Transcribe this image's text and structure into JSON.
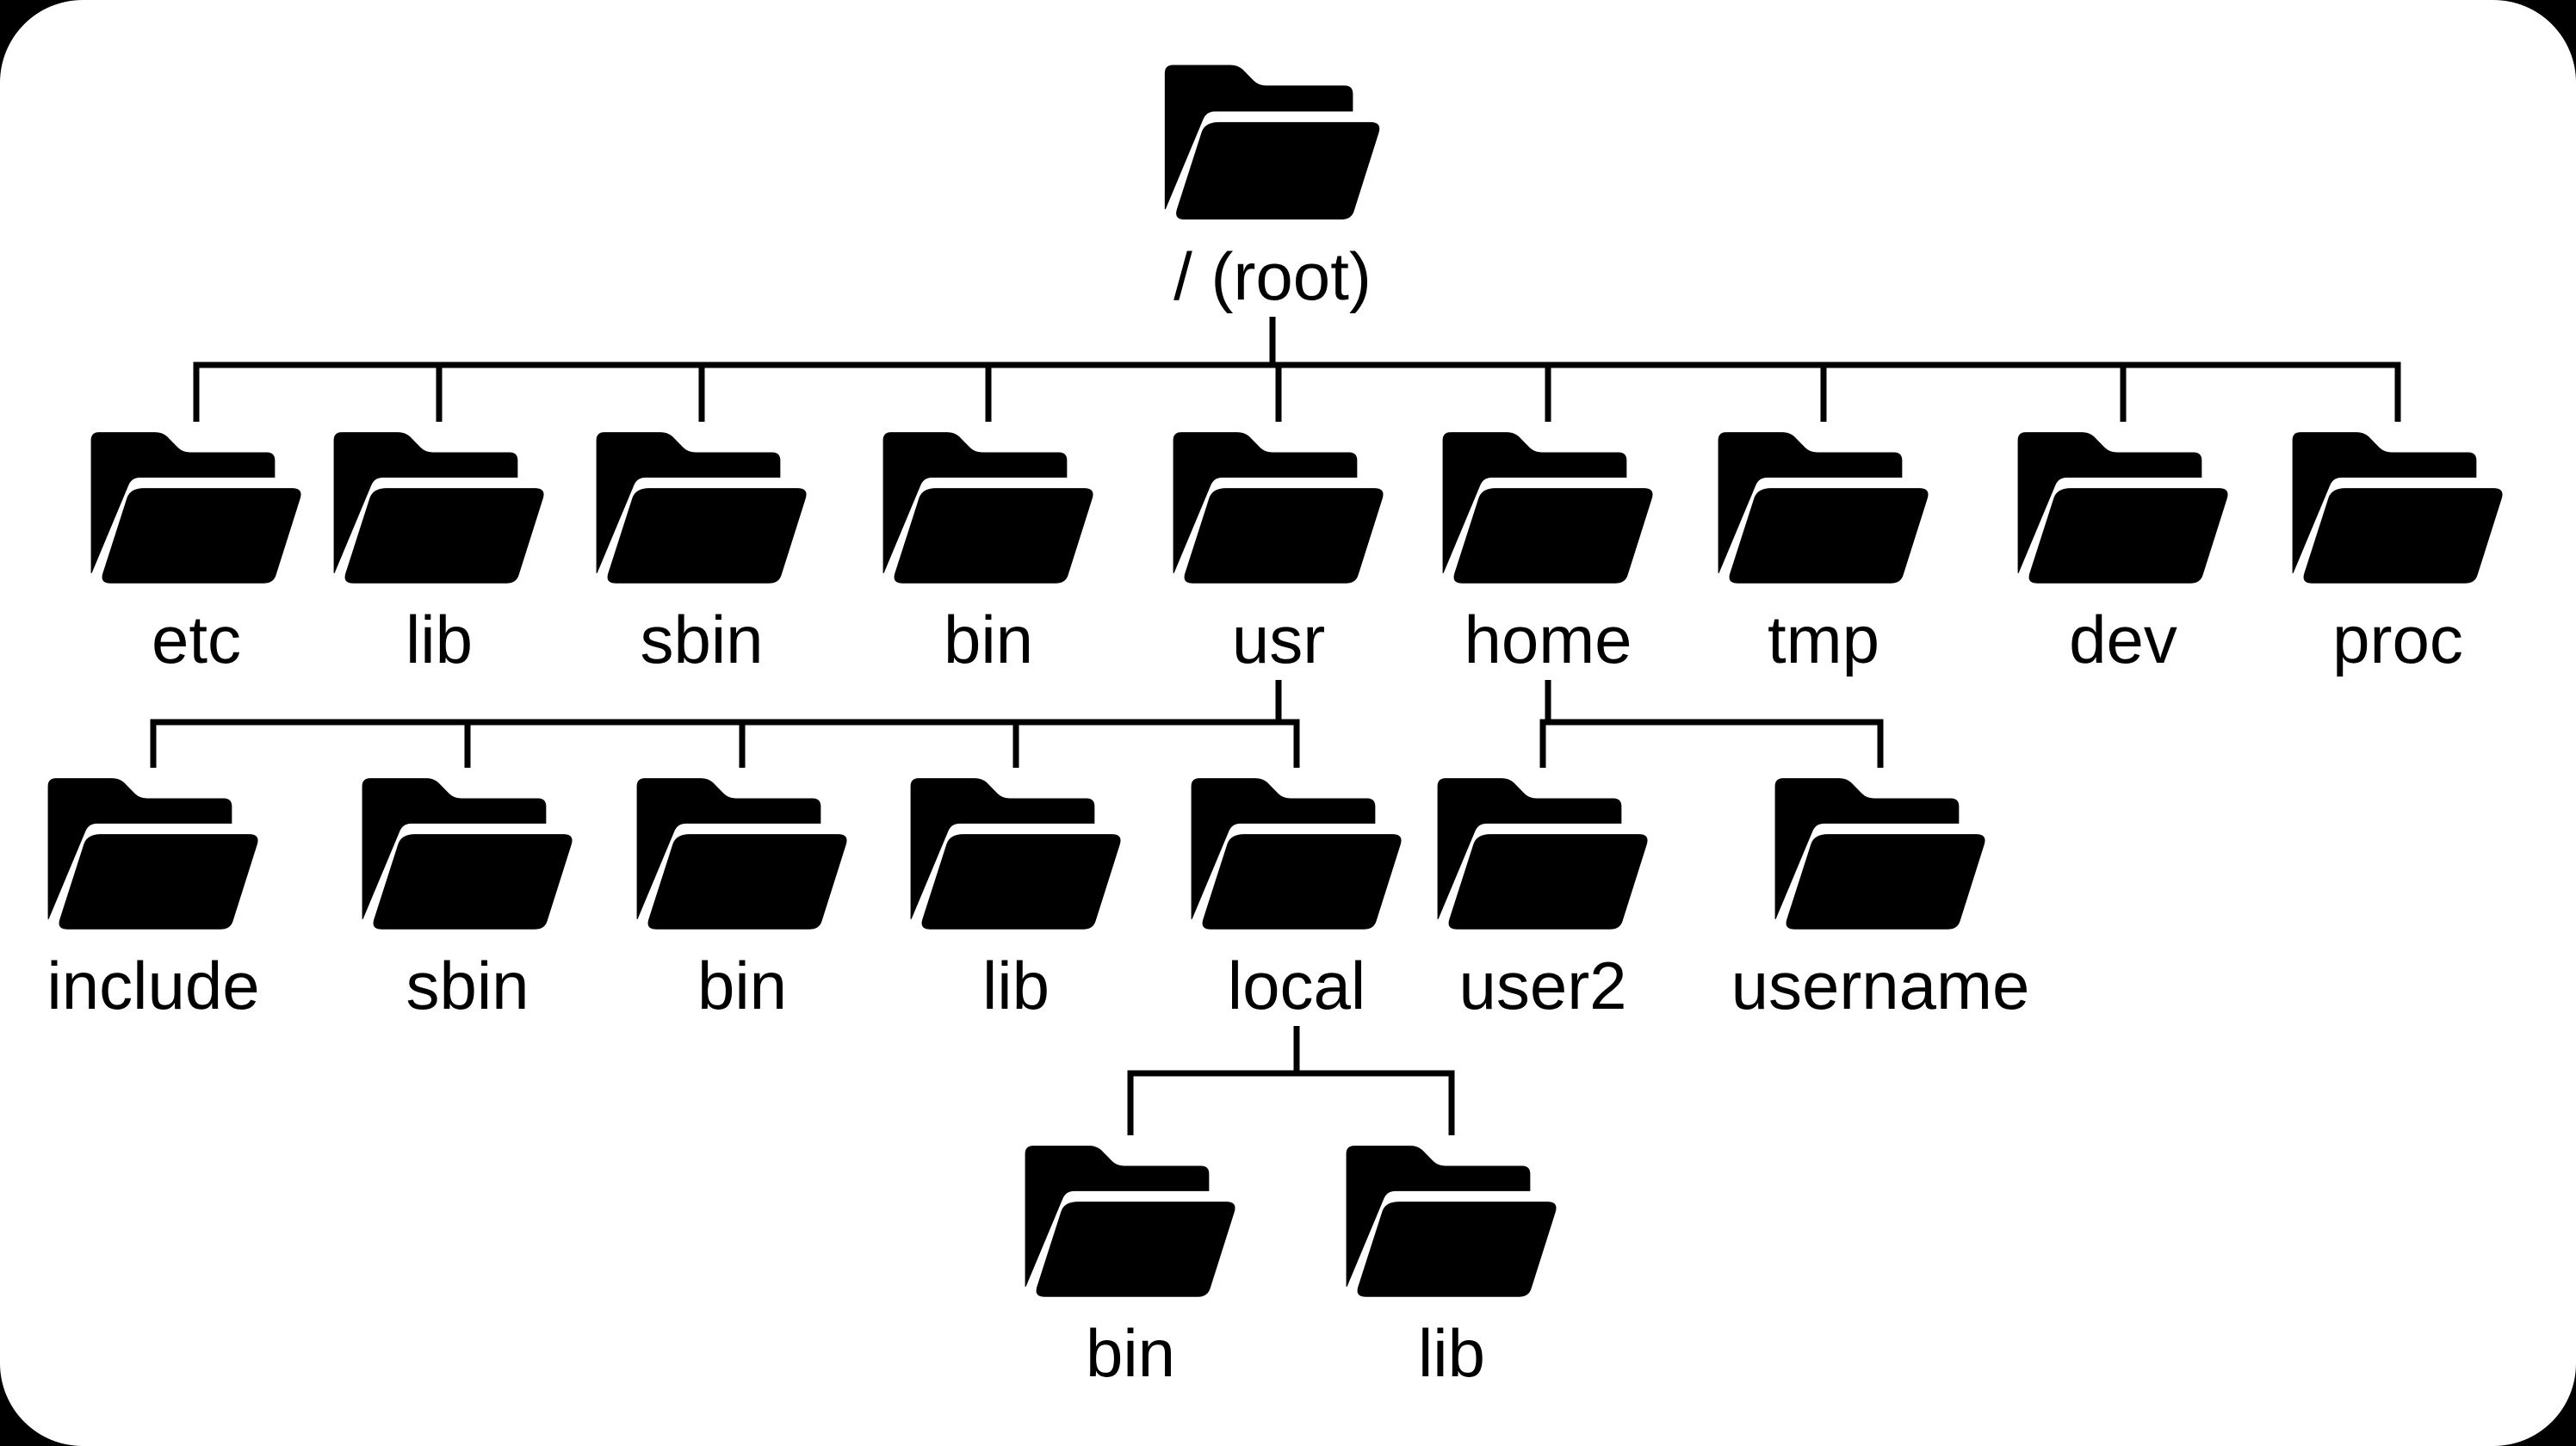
{
  "diagram": {
    "type": "tree",
    "node_icon": "open-folder-icon"
  },
  "colors": {
    "outer_background": "#000000",
    "canvas_background": "#ffffff",
    "folder_fill": "#000000",
    "connector_line": "#000000",
    "label_text": "#000000"
  },
  "tree": {
    "label": "/ (root)",
    "children": [
      {
        "label": "etc"
      },
      {
        "label": "lib"
      },
      {
        "label": "sbin"
      },
      {
        "label": "bin"
      },
      {
        "label": "usr",
        "children": [
          {
            "label": "include"
          },
          {
            "label": "sbin"
          },
          {
            "label": "bin"
          },
          {
            "label": "lib"
          },
          {
            "label": "local",
            "children": [
              {
                "label": "bin"
              },
              {
                "label": "lib"
              }
            ]
          }
        ]
      },
      {
        "label": "home",
        "children": [
          {
            "label": "user2"
          },
          {
            "label": "username"
          }
        ]
      },
      {
        "label": "tmp"
      },
      {
        "label": "dev"
      },
      {
        "label": "proc"
      }
    ]
  }
}
